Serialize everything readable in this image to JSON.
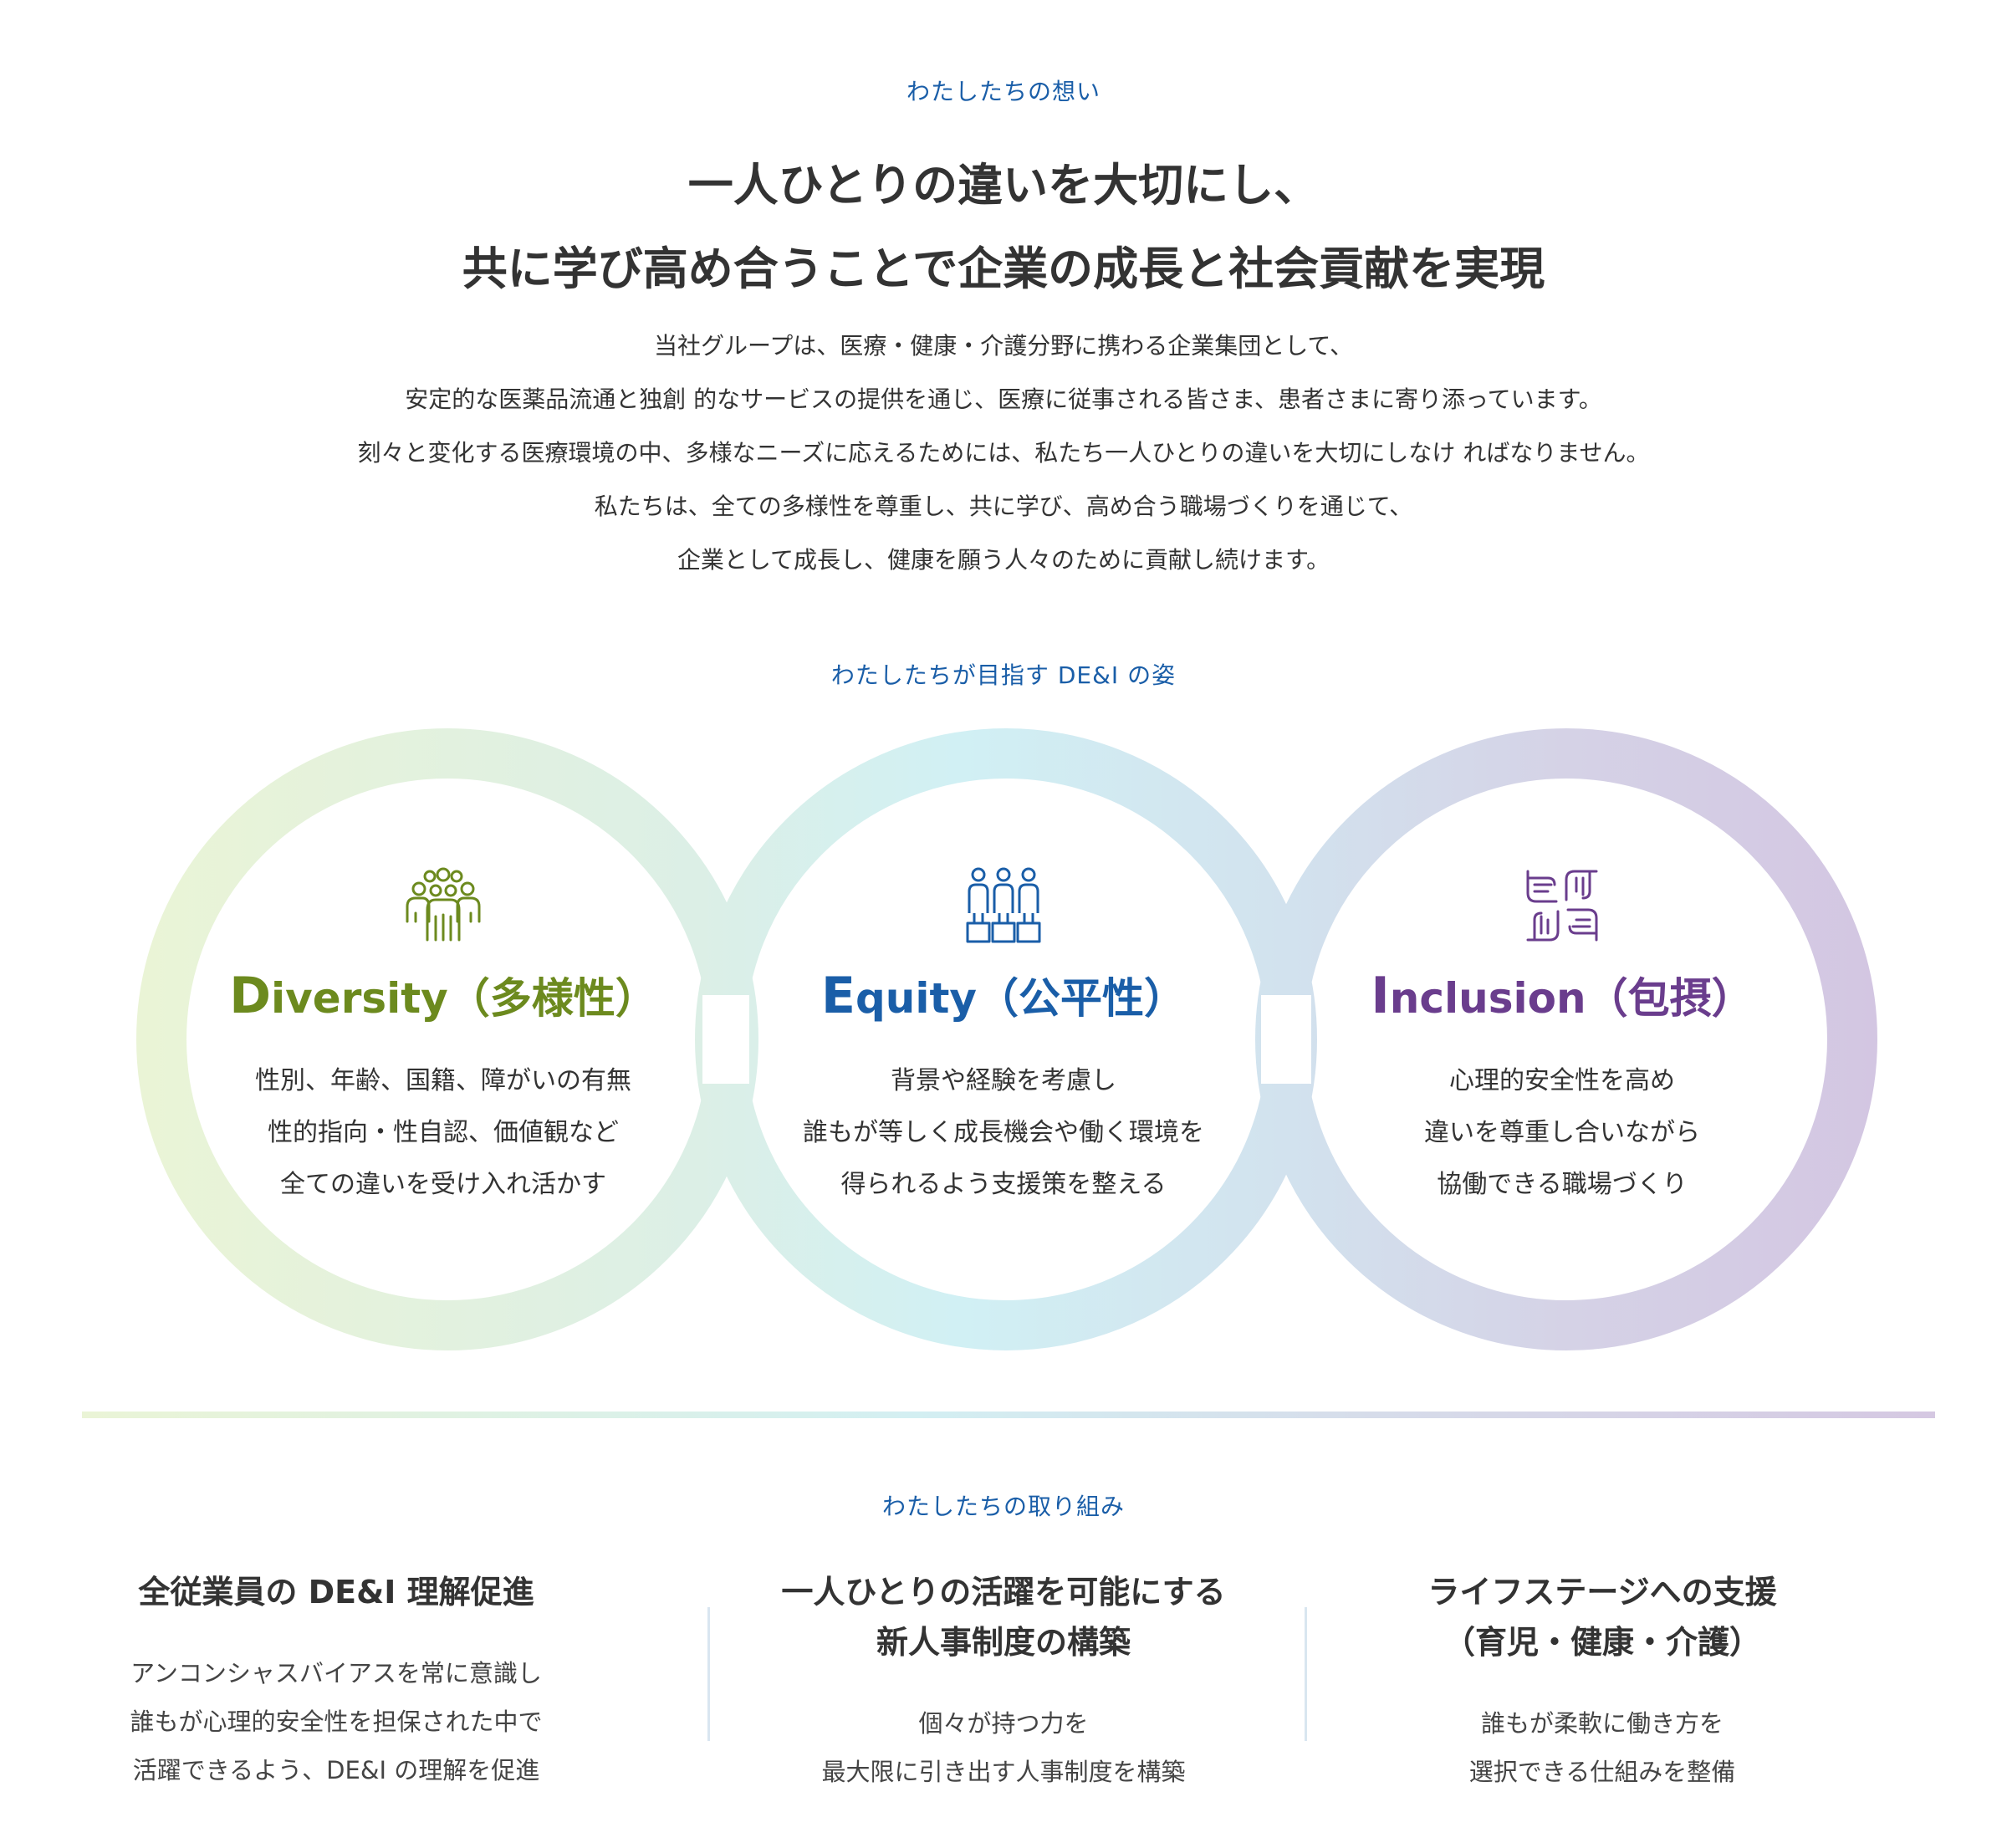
{
  "hero": {
    "eyebrow": "わたしたちの想い",
    "headline": [
      "一人ひとりの違いを大切にし、",
      "共に学び高め合うことで企業の成長と社会貢献を実現"
    ],
    "intro": [
      "当社グループは、医療・健康・介護分野に携わる企業集団として、",
      "安定的な医薬品流通と独創 的なサービスの提供を通じ、医療に従事される皆さま、患者さまに寄り添っています。",
      "刻々と変化する医療環境の中、多様なニーズに応えるためには、私たち一人ひとりの違いを大切にしなけ ればなりません。",
      "私たちは、全ての多様性を尊重し、共に学び、高め合う職場づくりを通じて、",
      "企業として成長し、健康を願う人々のために貢献し続けます。"
    ]
  },
  "dei": {
    "eyebrow": "わたしたちが目指す DE&I の姿",
    "pillars": [
      {
        "title_initial": "D",
        "title_rest": "iversity（多様性）",
        "icon": "people-group-icon",
        "color": "#6c8a1e",
        "desc": [
          "性別、年齢、国籍、障がいの有無",
          "性的指向・性自認、価値観など",
          "全ての違いを受け入れ活かす"
        ]
      },
      {
        "title_initial": "E",
        "title_rest": "quity（公平性）",
        "icon": "people-on-podiums-icon",
        "color": "#1a5ea8",
        "desc": [
          "背景や経験を考慮し",
          "誰もが等しく成長機会や働く環境を",
          "得られるよう支援策を整える"
        ]
      },
      {
        "title_initial": "I",
        "title_rest": "nclusion（包摂）",
        "icon": "joined-hands-icon",
        "color": "#6a3d8d",
        "desc": [
          "心理的安全性を高め",
          "違いを尊重し合いながら",
          "協働できる職場づくり"
        ]
      }
    ]
  },
  "efforts": {
    "eyebrow": "わたしたちの取り組み",
    "items": [
      {
        "title": [
          "全従業員の DE&I 理解促進"
        ],
        "desc": [
          "アンコンシャスバイアスを常に意識し",
          "誰もが心理的安全性を担保された中で",
          "活躍できるよう、DE&I の理解を促進"
        ]
      },
      {
        "title": [
          "一人ひとりの活躍を可能にする",
          "新人事制度の構築"
        ],
        "desc": [
          "個々が持つ力を",
          "最大限に引き出す人事制度を構築"
        ]
      },
      {
        "title": [
          "ライフステージへの支援",
          "（育児・健康・介護）"
        ],
        "desc": [
          "誰もが柔軟に働き方を",
          "選択できる仕組みを整備"
        ]
      }
    ]
  },
  "colors": {
    "accent_blue": "#1a5ea8",
    "ring_green": "#e8f3d8",
    "ring_cyan": "#d0eff3",
    "ring_purple": "#d3c7e3"
  }
}
